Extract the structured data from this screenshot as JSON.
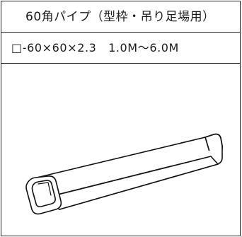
{
  "card": {
    "title": "60角パイプ（型枠・吊り足場用）",
    "spec": "□-60×60×2.3　1.0M～6.0M"
  },
  "illustration": {
    "icon": "square-pipe-illustration"
  }
}
